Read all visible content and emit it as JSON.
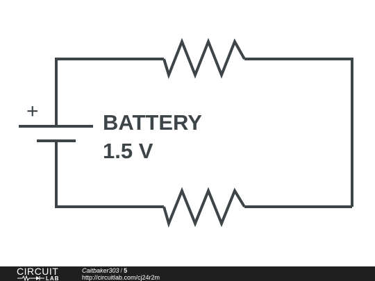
{
  "diagram": {
    "battery_name": "BATTERY",
    "battery_voltage": "1.5 V",
    "plus_sign": "+"
  },
  "footer": {
    "logo_main": "CIRCUIT",
    "logo_sub": "LAB",
    "author": "Caitbaker303",
    "separator": "/",
    "count": "5",
    "url": "http://circuitlab.com/cj24r2m"
  },
  "colors": {
    "wire": "#3d4548",
    "footer_bg": "#1f1f1f"
  }
}
